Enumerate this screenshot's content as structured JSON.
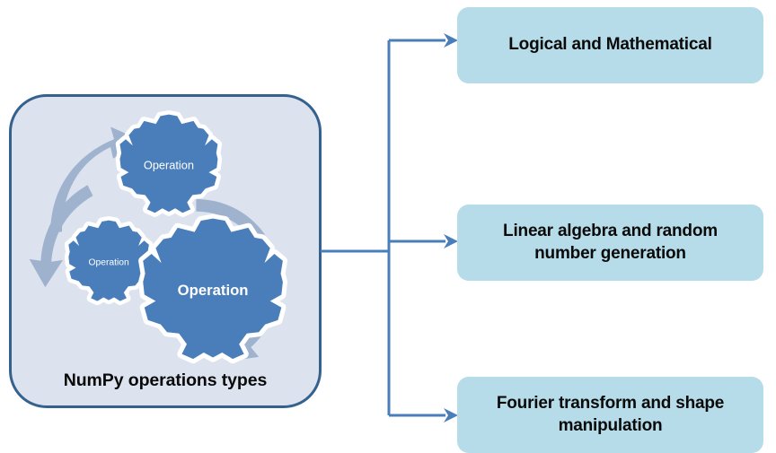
{
  "diagram": {
    "title": "NumPy operations types",
    "type": "flow-diagram",
    "source": {
      "label": "NumPy operations types",
      "gears": [
        {
          "name": "gear-top",
          "label": "Operation"
        },
        {
          "name": "gear-left",
          "label": "Operation"
        },
        {
          "name": "gear-bottom",
          "label": "Operation"
        }
      ],
      "fill": "#dce3ef",
      "border": "#35618e"
    },
    "branches": [
      {
        "id": "logical",
        "label": "Logical and Mathematical"
      },
      {
        "id": "linear",
        "label": "Linear algebra  and random number generation"
      },
      {
        "id": "fourier",
        "label": "Fourier transform and shape manipulation"
      }
    ],
    "colors": {
      "box_fill": "#b5dce8",
      "gear_fill": "#4a7ebb",
      "gear_outline": "#ffffff",
      "curved_arrow": "#9bb0cc",
      "connector": "#4a7ebb",
      "panel_fill": "#dce3ef",
      "panel_border": "#35618e",
      "text": "#0a0a0a"
    }
  }
}
